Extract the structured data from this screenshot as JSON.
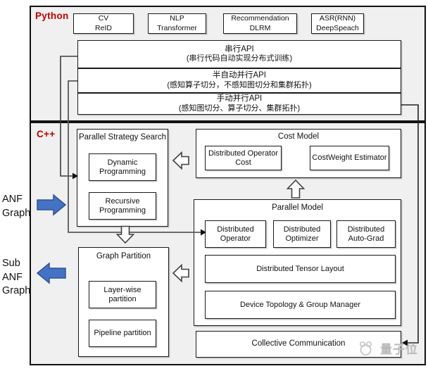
{
  "python_section": {
    "label": "Python",
    "apps": [
      {
        "line1": "CV",
        "line2": "ReID"
      },
      {
        "line1": "NLP",
        "line2": "Transformer"
      },
      {
        "line1": "Recommendation",
        "line2": "DLRM"
      },
      {
        "line1": "ASR(RNN)",
        "line2": "DeepSpeach"
      }
    ],
    "api_layers": [
      {
        "title": "串行API",
        "subtitle": "(串行代码自动实现分布式训练)"
      },
      {
        "title": "半自动并行API",
        "subtitle": "(感知算子切分，不感知图切分和集群拓扑)"
      },
      {
        "title": "手动并行API",
        "subtitle": "(感知图切分、算子切分、集群拓扑)"
      }
    ]
  },
  "cpp_section": {
    "label": "C++",
    "parallel_strategy_search": {
      "title": "Parallel Strategy Search",
      "items": [
        {
          "label": "Dynamic Programming"
        },
        {
          "label": "Recursive Programming"
        }
      ]
    },
    "cost_model": {
      "title": "Cost Model",
      "items": [
        {
          "label": "Distributed Operator Cost"
        },
        {
          "label": "CostWeight Estimator"
        }
      ]
    },
    "parallel_model": {
      "title": "Parallel Model",
      "row_items": [
        {
          "label": "Distributed Operator"
        },
        {
          "label": "Distributed Optimizer"
        },
        {
          "label": "Distributed Auto-Grad"
        }
      ],
      "wide_items": [
        {
          "label": "Distributed Tensor Layout"
        },
        {
          "label": "Device Topology & Group Manager"
        }
      ]
    },
    "graph_partition": {
      "title": "Graph Partition",
      "items": [
        {
          "label": "Layer-wise partition"
        },
        {
          "label": "Pipeline partition"
        }
      ]
    },
    "collective_communication": {
      "label": "Collective Communication"
    }
  },
  "side_labels": {
    "anf_graph": {
      "line1": "ANF",
      "line2": "Graph"
    },
    "sub_anf_graph": {
      "line1": "Sub",
      "line2": "ANF",
      "line3": "Graph"
    }
  },
  "watermark": {
    "text": "量子位"
  },
  "colors": {
    "accent_blue": "#4472c4",
    "accent_blue_dark": "#2f5496",
    "label_red": "#c00000",
    "container_gray": "#f0f0f0"
  }
}
